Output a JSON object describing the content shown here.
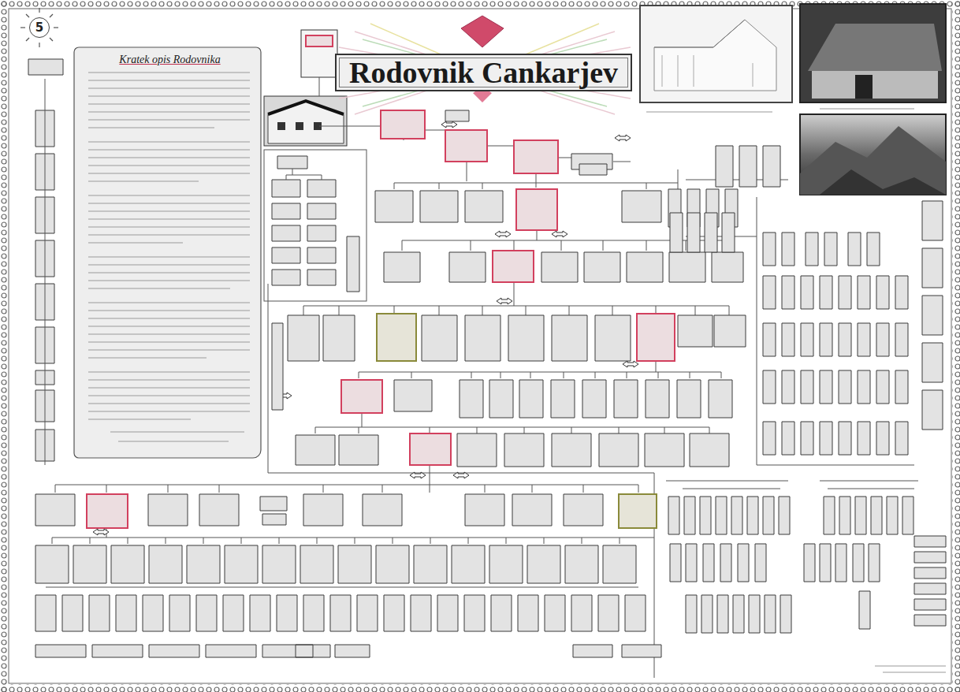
{
  "diagram": {
    "title": "Rodovnik Cankarjev",
    "nodes": [
      {
        "text": [
          "Rodovnik Cankarjev"
        ]
      },
      {
        "text": [
          "5"
        ]
      },
      {
        "text": [
          "Kratek opis Rodovnika"
        ]
      }
    ]
  }
}
